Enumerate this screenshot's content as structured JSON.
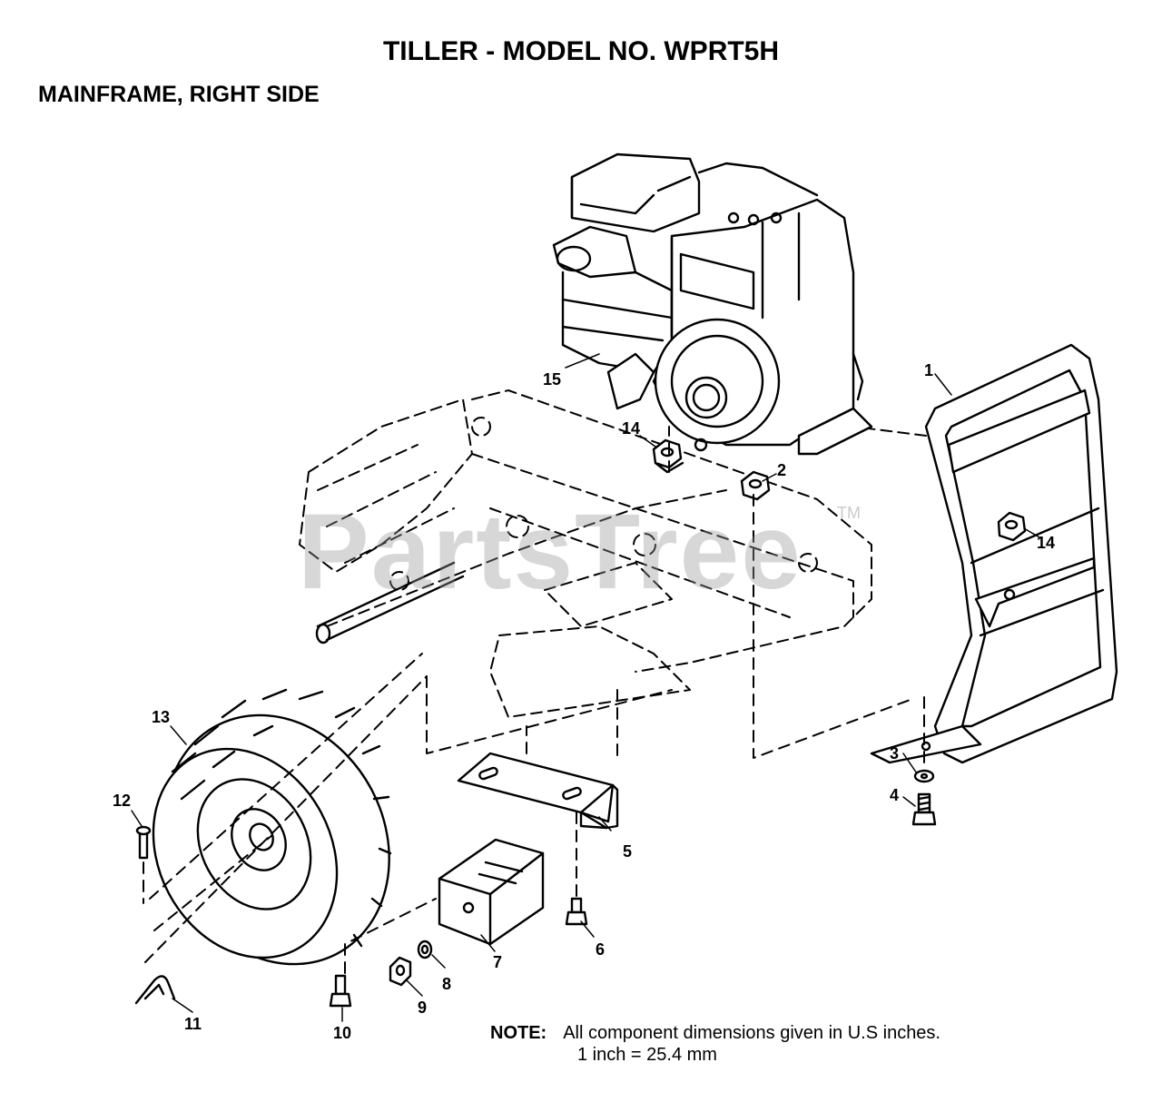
{
  "title": "TILLER - MODEL NO. WPRT5H",
  "subtitle": "MAINFRAME, RIGHT SIDE",
  "callouts": [
    "1",
    "2",
    "3",
    "4",
    "5",
    "6",
    "7",
    "8",
    "9",
    "10",
    "11",
    "12",
    "13",
    "14",
    "14",
    "15"
  ],
  "note": {
    "label": "NOTE:",
    "line1": "All component dimensions given in U.S inches.",
    "line2": "1 inch = 25.4 mm"
  },
  "watermark": "PartsTree",
  "trademark": "TM"
}
